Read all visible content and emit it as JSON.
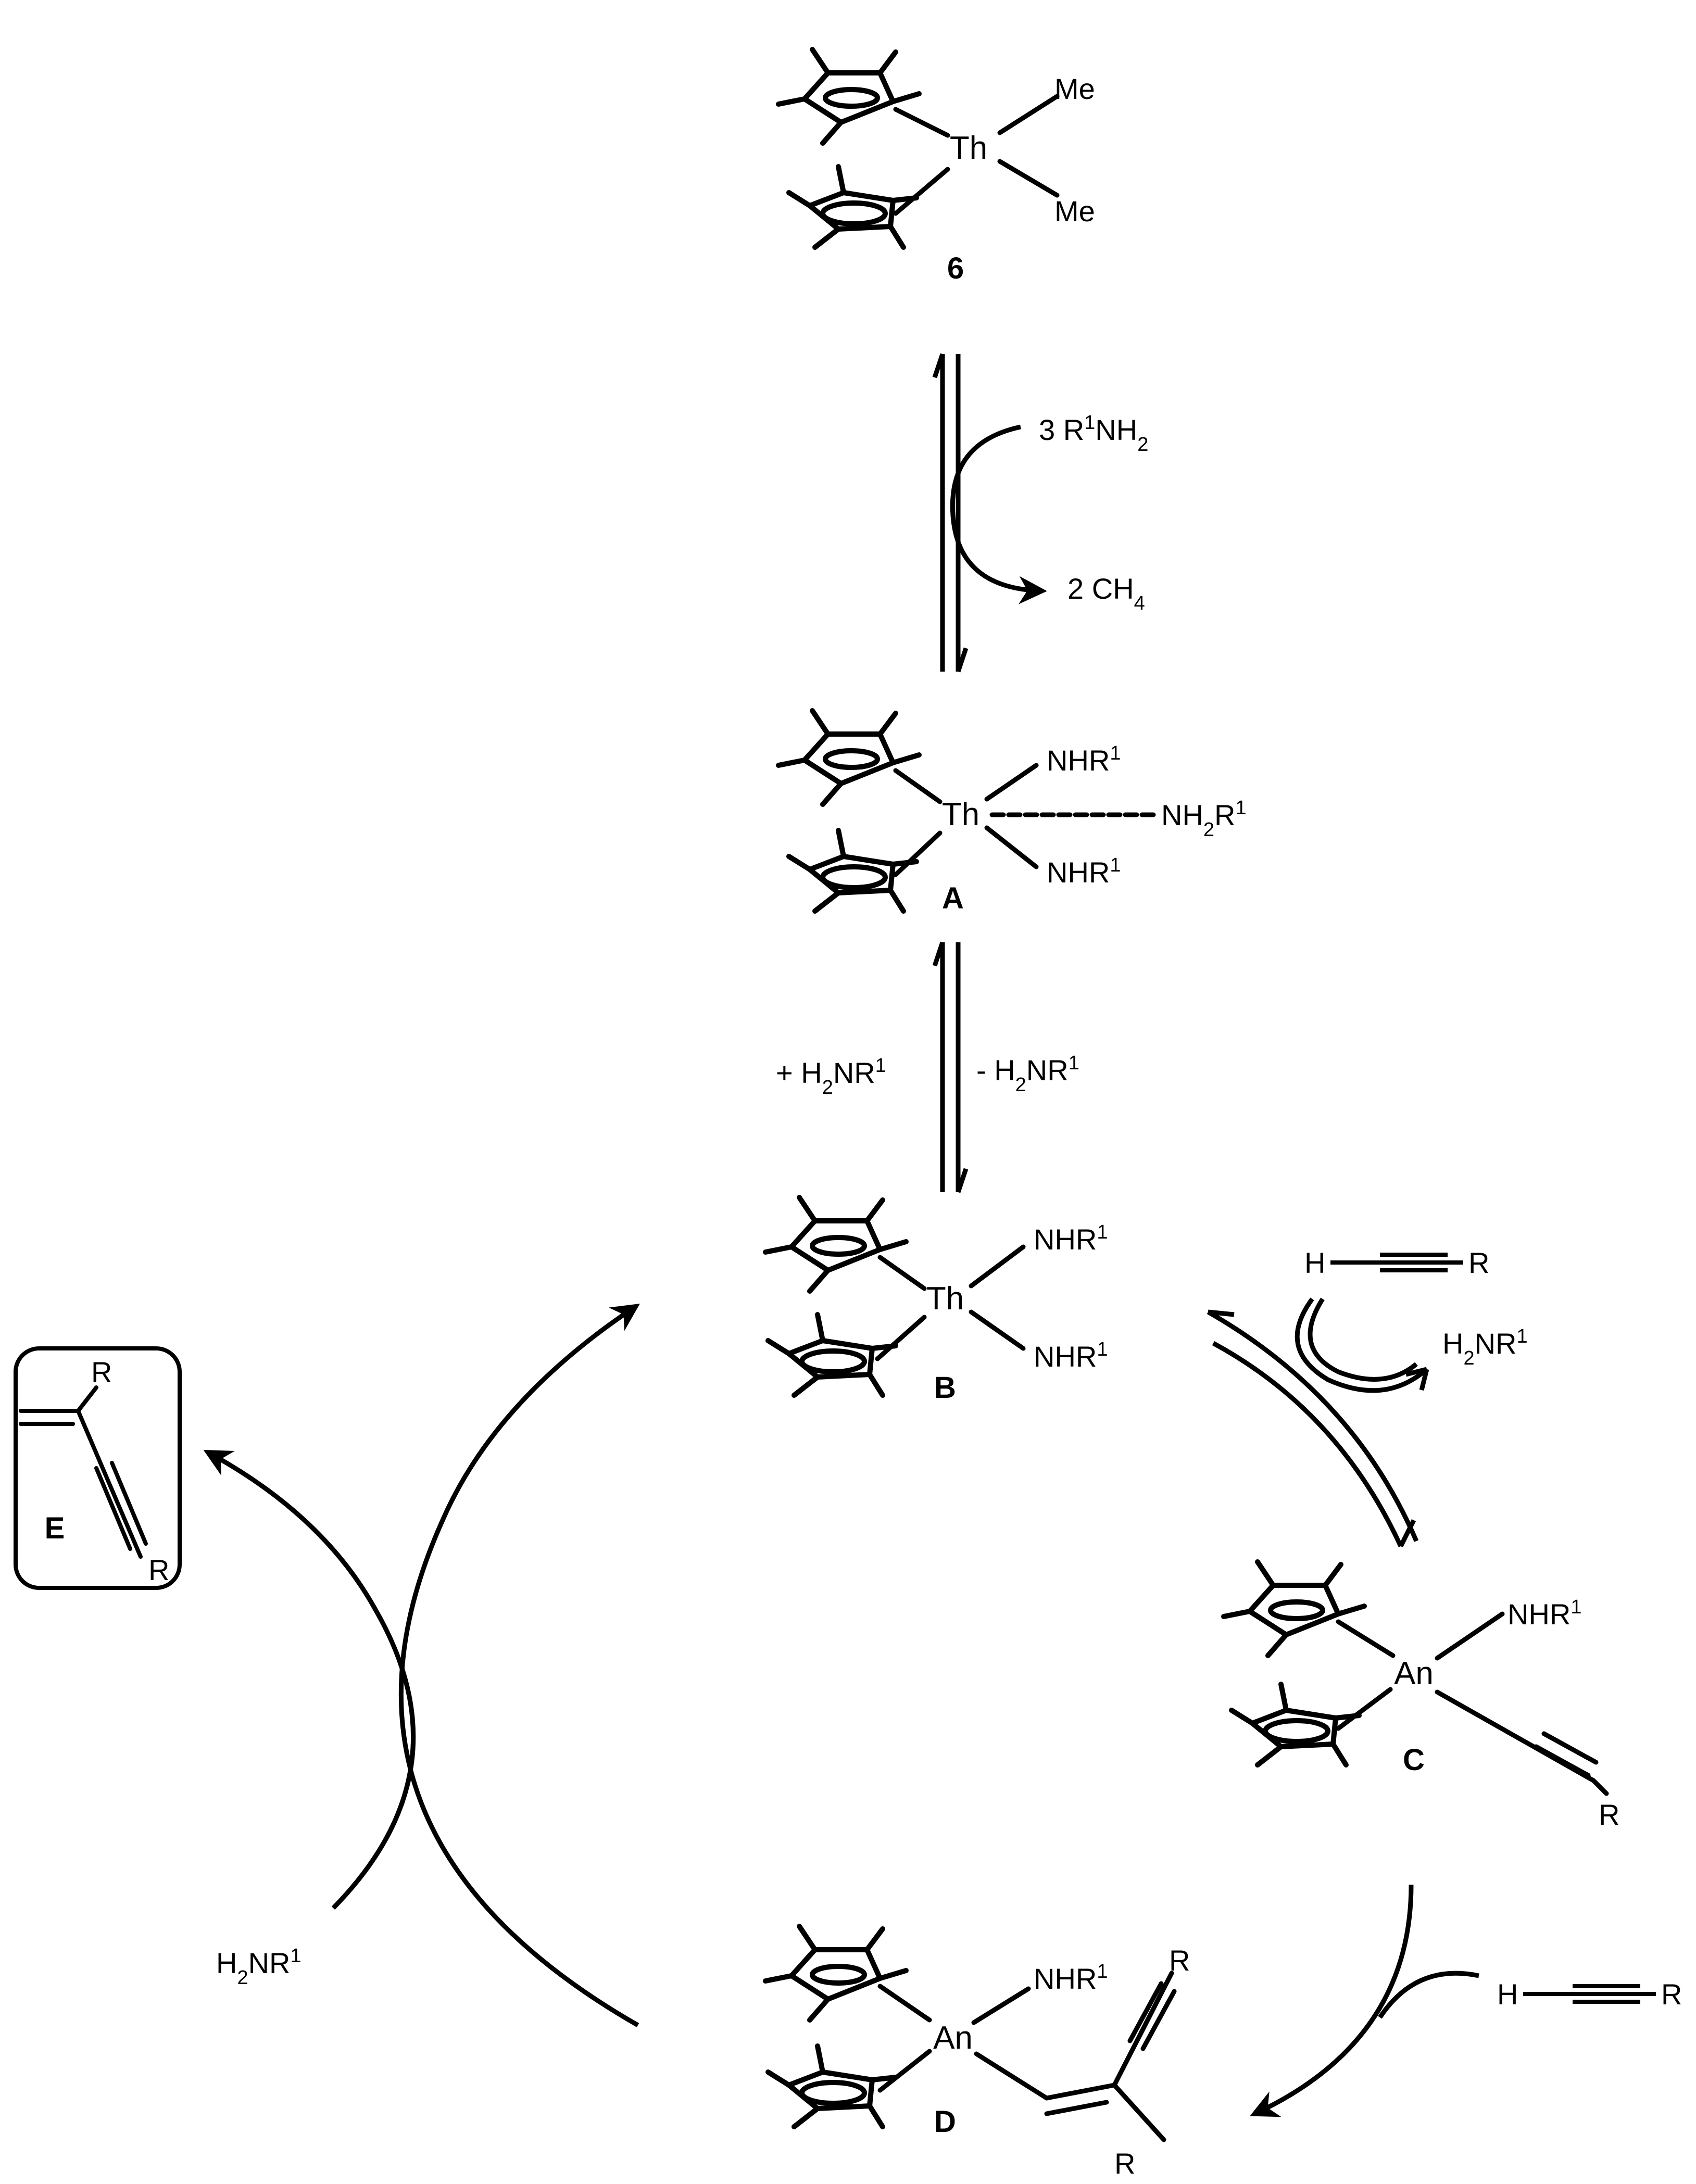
{
  "compounds": {
    "c6": {
      "label": "6",
      "metal": "Th",
      "ligand_top": "Me",
      "ligand_bottom": "Me"
    },
    "cA": {
      "label": "A",
      "metal": "Th",
      "nhr_top": "NHR",
      "nhr_top_sup": "1",
      "nh2_main": "NH",
      "nh2_sub": "2",
      "nh2_r": "R",
      "nh2_sup": "1",
      "nhr_bottom": "NHR",
      "nhr_bottom_sup": "1"
    },
    "cB": {
      "label": "B",
      "metal": "Th",
      "nhr_top": "NHR",
      "nhr_top_sup": "1",
      "nhr_bottom": "NHR",
      "nhr_bottom_sup": "1"
    },
    "cC": {
      "label": "C",
      "metal": "An",
      "nhr": "NHR",
      "nhr_sup": "1",
      "r": "R"
    },
    "cD": {
      "label": "D",
      "metal": "An",
      "nhr": "NHR",
      "nhr_sup": "1",
      "r_top": "R",
      "r_bottom": "R"
    },
    "cE": {
      "label": "E",
      "r_top": "R",
      "r_bottom": "R"
    }
  },
  "reagents": {
    "r1": {
      "coef": "3 R",
      "sup": "1",
      "mid": "NH",
      "sub": "2"
    },
    "r2": {
      "main": "2 CH",
      "sub": "4"
    },
    "r3": {
      "pre": "+ H",
      "sub": "2",
      "mid": "NR",
      "sup": "1"
    },
    "r4": {
      "pre": "- H",
      "sub": "2",
      "mid": "NR",
      "sup": "1"
    },
    "r5": {
      "h": "H",
      "r": "R"
    },
    "r6": {
      "pre": "H",
      "sub": "2",
      "mid": "NR",
      "sup": "1"
    },
    "r7": {
      "h": "H",
      "r": "R"
    },
    "r8": {
      "pre": "H",
      "sub": "2",
      "mid": "NR",
      "sup": "1"
    }
  }
}
